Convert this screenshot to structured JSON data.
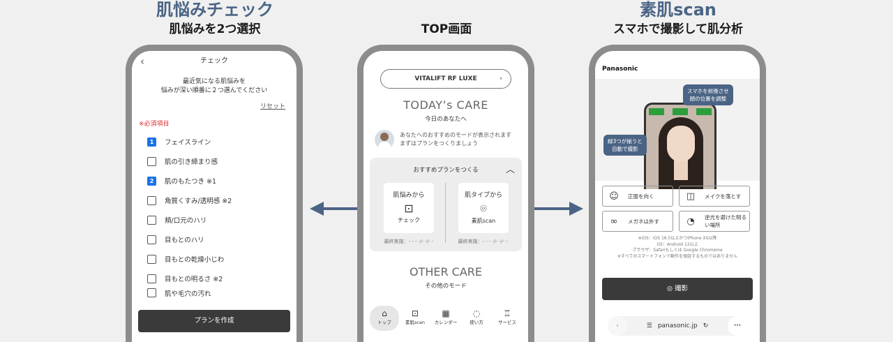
{
  "headings": {
    "left_accent": "肌悩みチェック",
    "left_sub": "肌悩みを2つ選択",
    "center_sub": "TOP画面",
    "right_accent": "素肌scan",
    "right_sub": "スマホで撮影して肌分析"
  },
  "check_screen": {
    "back_icon": "‹",
    "title": "チェック",
    "instruction_line1": "最近気になる肌悩みを",
    "instruction_line2": "悩みが深い順番に２つ選んでください",
    "reset": "リセット",
    "required": "※必須項目",
    "items": [
      {
        "label": "フェイスライン",
        "rank": "1"
      },
      {
        "label": "肌の引き締まり感",
        "rank": ""
      },
      {
        "label": "肌のもたつき ※1",
        "rank": "2"
      },
      {
        "label": "角質くすみ/透明感 ※2",
        "rank": ""
      },
      {
        "label": "頬/口元のハリ",
        "rank": ""
      },
      {
        "label": "目もとのハリ",
        "rank": ""
      },
      {
        "label": "目もとの乾燥小じわ",
        "rank": ""
      },
      {
        "label": "目もとの明るさ ※2",
        "rank": ""
      },
      {
        "label": "肌や毛穴の汚れ",
        "rank": ""
      }
    ],
    "create_button": "プランを作成"
  },
  "top_screen": {
    "model": "VITALIFT RF LUXE",
    "model_chevron": "›",
    "todays_care": "TODAY’s CARE",
    "todays_care_sub": "今日のあなたへ",
    "advice_line1": "あなたへのおすすめのモードが表示されます",
    "advice_line2": "まずはプランをつくりましょう",
    "plan_title": "おすすめプランをつくる",
    "plan_chevron": "︿",
    "card1_title": "肌悩みから",
    "card1_icon": "⊡",
    "card1_label": "チェック",
    "card2_title": "肌タイプから",
    "card2_icon": "⌾",
    "card2_label": "素肌scan",
    "last_done1": "最終実施：- - - -/- -/- -",
    "last_done2": "最終実施：- - - -/- -/- -",
    "other_care": "OTHER CARE",
    "other_care_sub": "その他のモード",
    "tabs": [
      {
        "icon": "⌂",
        "label": "トップ"
      },
      {
        "icon": "⊡",
        "label": "素肌scan"
      },
      {
        "icon": "▦",
        "label": "カレンダー"
      },
      {
        "icon": "◌",
        "label": "使い方"
      },
      {
        "icon": "♖",
        "label": "サービス"
      }
    ]
  },
  "scan_screen": {
    "brand": "Panasonic",
    "bubble_top_line1": "スマホを前後させ",
    "bubble_top_line2": "顔の位置を調整",
    "bubble_left_line1": "緑3つが揃うと",
    "bubble_left_line2": "自動で撮影",
    "options": [
      {
        "icon": "☺",
        "label": "正面を向く"
      },
      {
        "icon": "◫",
        "label": "メイクを落とす"
      },
      {
        "icon": "∞",
        "label": "メガネは外す"
      },
      {
        "icon": "◔",
        "label": "逆光を避けた明るい場所"
      }
    ],
    "note1": "※iOS：iOS 16.5以上かつiPhone XS以降",
    "note2": "OS：Android 12以上",
    "note3": "ブラウザ：Safariもしくは Google Chromeme",
    "note4": "※すべてのスマートフォンで動作を保証するものではありません",
    "shoot_icon": "◎",
    "shoot_label": "撮影",
    "url_back": "‹",
    "url_icon": "☰",
    "url": "panasonic.jp",
    "url_reload": "↻",
    "url_more": "···"
  },
  "colors": {
    "accent": "#4b6485",
    "green": "#2e9e3c",
    "required": "#d9322f",
    "checked": "#1a73e8"
  }
}
